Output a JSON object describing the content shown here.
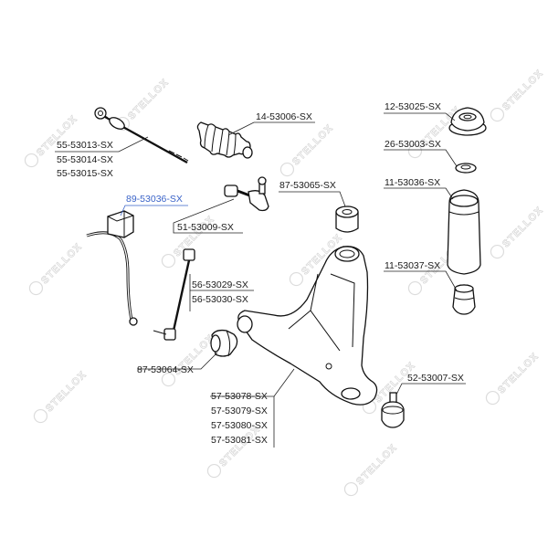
{
  "watermark": {
    "text": "STELLOX"
  },
  "parts": [
    {
      "id": "tie-rod",
      "labels": [
        "55-53013-SX",
        "55-53014-SX",
        "55-53015-SX"
      ],
      "highlighted": false
    },
    {
      "id": "steering-boot",
      "labels": [
        "14-53006-SX"
      ],
      "highlighted": false
    },
    {
      "id": "stabilizer-bushing",
      "labels": [
        "89-53036-SX"
      ],
      "highlighted": true
    },
    {
      "id": "tie-rod-end",
      "labels": [
        "51-53009-SX"
      ],
      "highlighted": false
    },
    {
      "id": "arm-bushing-front",
      "labels": [
        "87-53065-SX"
      ],
      "highlighted": false
    },
    {
      "id": "stabilizer-link",
      "labels": [
        "56-53029-SX",
        "56-53030-SX"
      ],
      "highlighted": false
    },
    {
      "id": "arm-bushing-rear",
      "labels": [
        "87-53064-SX"
      ],
      "highlighted": false
    },
    {
      "id": "control-arm",
      "labels": [
        "57-53078-SX",
        "57-53079-SX",
        "57-53080-SX",
        "57-53081-SX"
      ],
      "highlighted": false
    },
    {
      "id": "strut-mount",
      "labels": [
        "12-53025-SX"
      ],
      "highlighted": false
    },
    {
      "id": "bearing",
      "labels": [
        "26-53003-SX"
      ],
      "highlighted": false
    },
    {
      "id": "dust-boot",
      "labels": [
        "11-53036-SX"
      ],
      "highlighted": false
    },
    {
      "id": "bump-stop",
      "labels": [
        "11-53037-SX"
      ],
      "highlighted": false
    },
    {
      "id": "ball-joint",
      "labels": [
        "52-53007-SX"
      ],
      "highlighted": false
    }
  ]
}
